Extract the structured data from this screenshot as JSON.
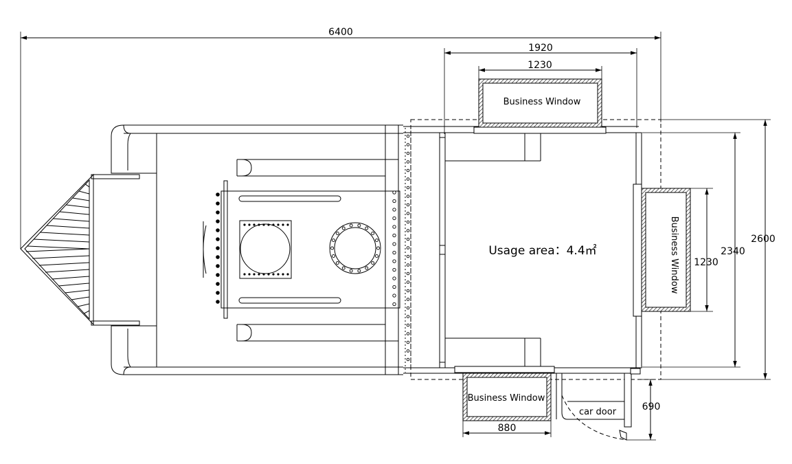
{
  "dimensions": {
    "total_length": "6400",
    "cabin_length": "1920",
    "top_window_length": "1230",
    "outer_width": "2600",
    "inner_width": "2340",
    "side_window_length": "1230",
    "door_depth": "690",
    "bottom_window_length": "880"
  },
  "labels": {
    "top_window": "Business Window",
    "side_window": "Business Window",
    "bottom_window": "Business Window",
    "usage_area": "Usage area：4.4㎡",
    "car_door": "car door"
  },
  "icons": [
    "dimension-arrow-icon",
    "door-swing-icon",
    "circular-hatch-icon"
  ]
}
